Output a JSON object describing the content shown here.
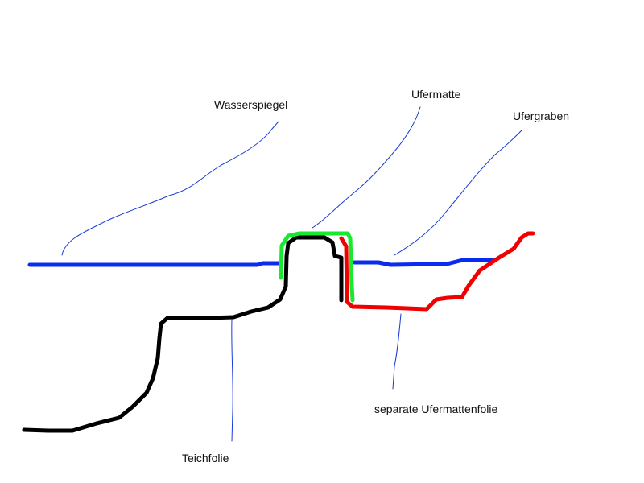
{
  "labels": {
    "water_level": "Wasserspiegel",
    "bank_mat": "Ufermatte",
    "bank_trench": "Ufergraben",
    "pond_liner": "Teichfolie",
    "separate_bank_mat_liner": "separate Ufermattenfolie"
  },
  "colors": {
    "water": "#0a2cf0",
    "pond_liner": "#000000",
    "bank_mat": "#18e830",
    "separate_liner": "#f00000",
    "leader_lines": "#1a3ad8",
    "background": "#ffffff"
  }
}
